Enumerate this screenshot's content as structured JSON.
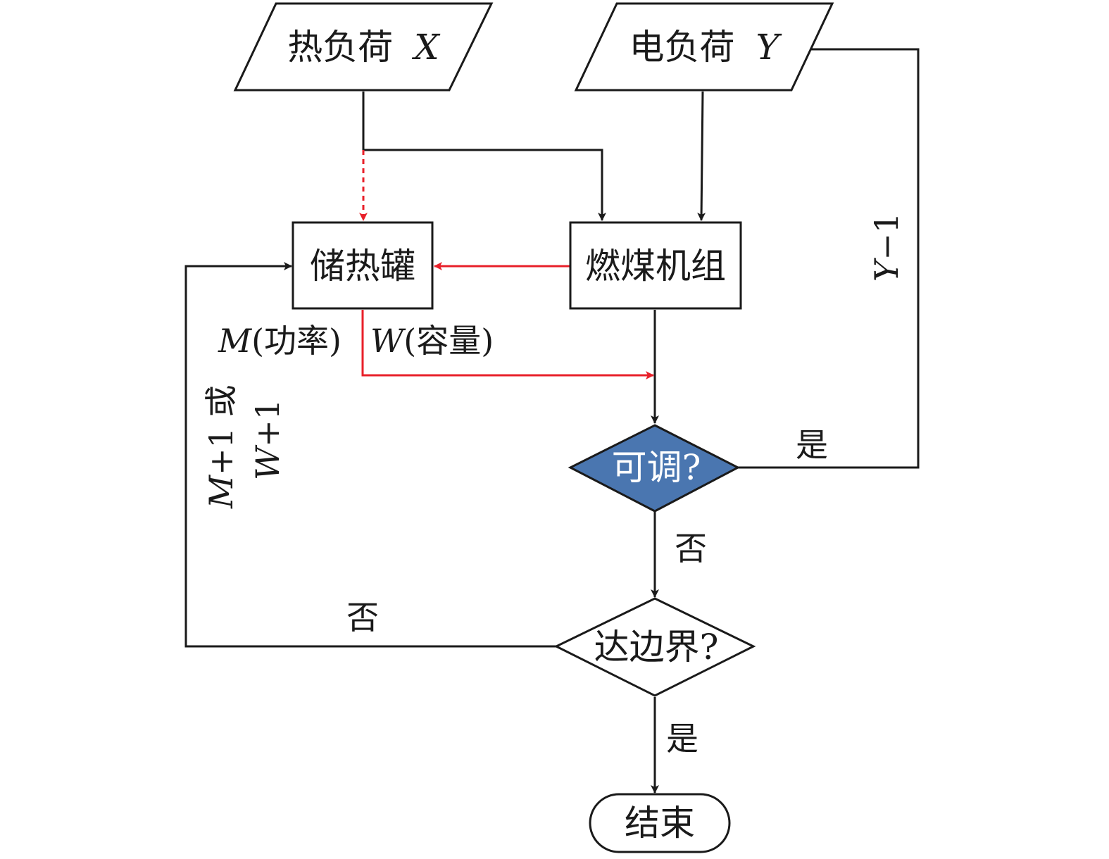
{
  "nodes": {
    "heat_load": {
      "label": "热负荷",
      "var": "X"
    },
    "elec_load": {
      "label": "电负荷",
      "var": "Y"
    },
    "storage": {
      "label": "储热罐"
    },
    "coal_unit": {
      "label": "燃煤机组"
    },
    "adjustable": {
      "label": "可调?"
    },
    "boundary": {
      "label": "达边界?"
    },
    "end": {
      "label": "结束"
    }
  },
  "edge_labels": {
    "power_var": "M",
    "power_text": "(功率)",
    "capacity_var": "W",
    "capacity_text": "(容量)",
    "y_minus_var": "Y",
    "y_minus_text": "−1",
    "m_plus_var": "M",
    "m_plus_text": "+1 或",
    "w_plus_var": "W",
    "w_plus_text": "+1",
    "adjustable_yes": "是",
    "adjustable_no": "否",
    "boundary_no": "否",
    "boundary_yes": "是"
  },
  "colors": {
    "line": "#1a1a1a",
    "storage_flow": "#e8202a",
    "adjustable_fill": "#4a76b0",
    "adjustable_text": "#ffffff"
  }
}
